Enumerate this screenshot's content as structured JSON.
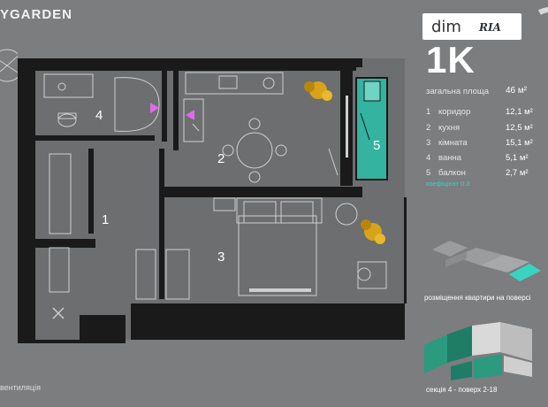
{
  "brand": "YGARDEN",
  "logo": {
    "dim": "dim",
    "ria": "RIA"
  },
  "apartment": {
    "type": "1K",
    "total_label": "загальна площа",
    "total_value": "46 м²"
  },
  "rooms": [
    {
      "num": "1",
      "name": "коридор",
      "area": "12,1 м²"
    },
    {
      "num": "2",
      "name": "кухня",
      "area": "12,5 м²"
    },
    {
      "num": "3",
      "name": "кімната",
      "area": "15,1 м²"
    },
    {
      "num": "4",
      "name": "ванна",
      "area": "5,1 м²"
    },
    {
      "num": "5",
      "name": "балкон",
      "area": "2,7 м²"
    }
  ],
  "coefficient": "коефіцієнт 0.3",
  "location": {
    "floor_caption": "розміщення квартири на поверсі",
    "section_caption": "секція 4 - поверх 2-18"
  },
  "plan_labels": {
    "r1": "1",
    "r2": "2",
    "r3": "3",
    "r4": "4",
    "r5": "5"
  },
  "ventilation": "вентиляція",
  "colors": {
    "background": "#7b7d7f",
    "walls": "#1a1a1a",
    "floor": "#6c6e70",
    "balcony": "#33b3a0",
    "accent_teal": "#39d3c2",
    "entry_arrow": "#e06be8",
    "plant": "#d9a21b"
  }
}
